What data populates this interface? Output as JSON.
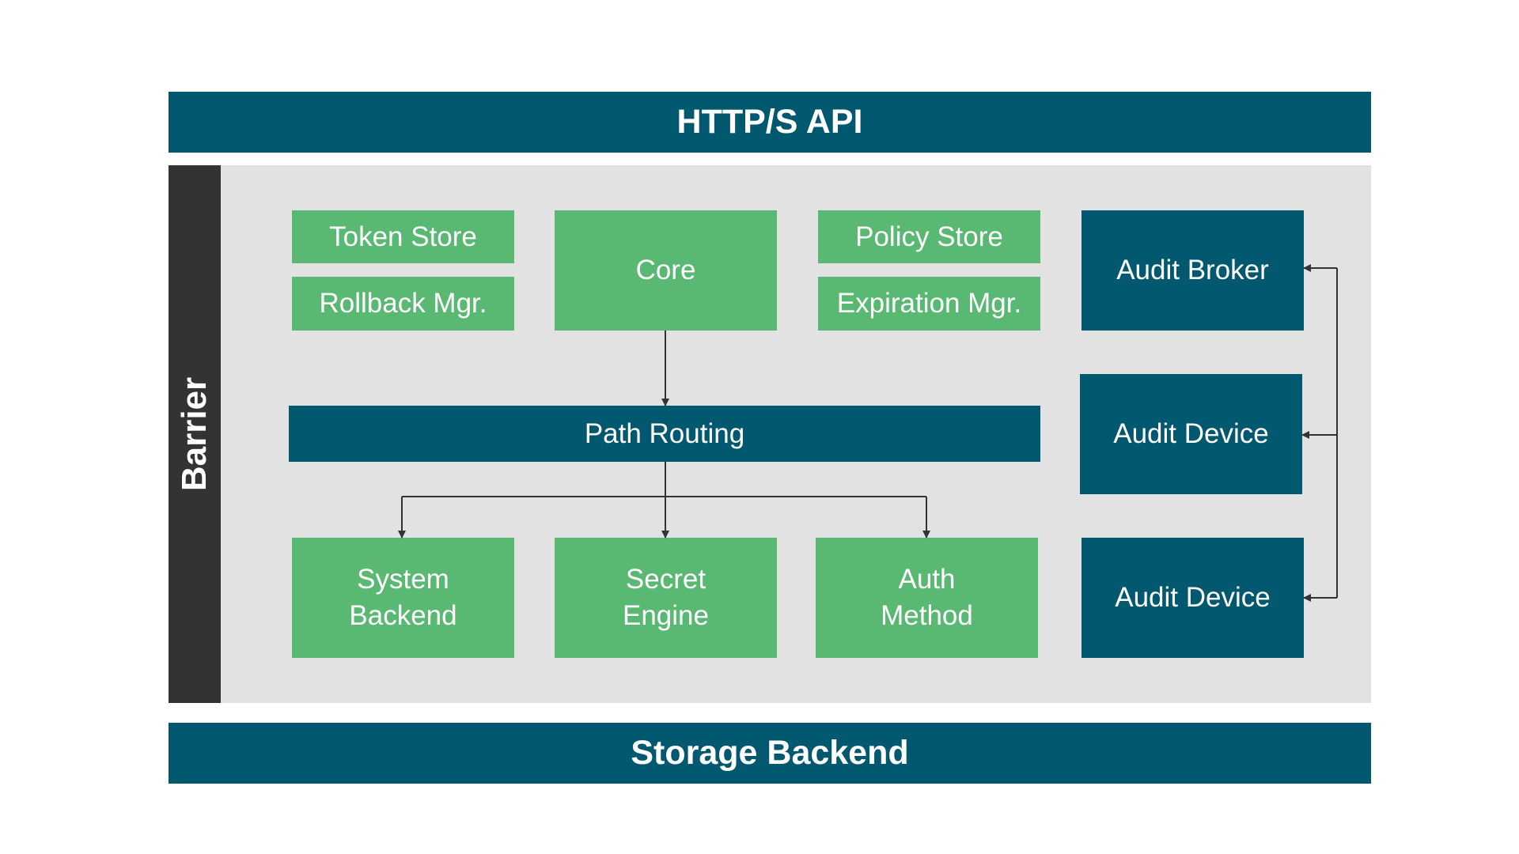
{
  "diagram": {
    "top_bar": {
      "label": "HTTP/S API"
    },
    "bottom_bar": {
      "label": "Storage Backend"
    },
    "barrier": {
      "label": "Barrier"
    },
    "components": {
      "token_store": "Token Store",
      "rollback_mgr": "Rollback Mgr.",
      "core": "Core",
      "policy_store": "Policy Store",
      "expiration_mgr": "Expiration Mgr.",
      "path_routing": "Path Routing",
      "system_backend": "System\nBackend",
      "secret_engine": "Secret\nEngine",
      "auth_method": "Auth\nMethod"
    },
    "audit": {
      "broker": "Audit Broker",
      "device_1": "Audit Device",
      "device_2": "Audit Device"
    },
    "colors": {
      "dark_teal": "#02586F",
      "green": "#59B872",
      "panel_gray": "#E2E2E2",
      "barrier_dark": "#333333",
      "connector": "#333333"
    }
  }
}
